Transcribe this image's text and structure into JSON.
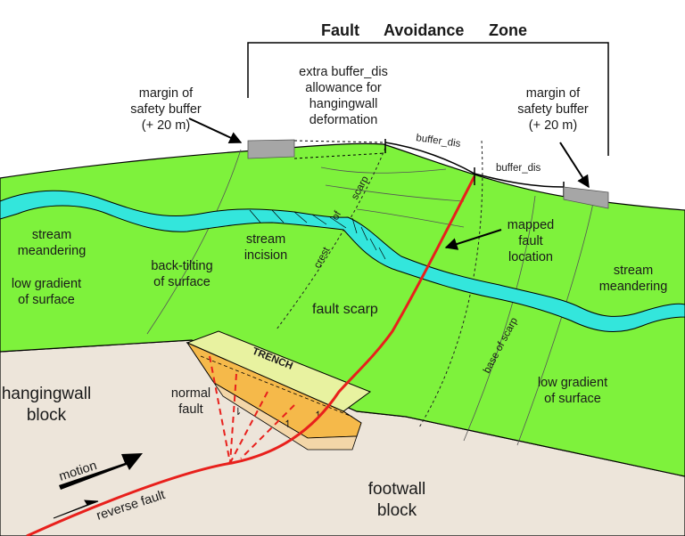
{
  "title": {
    "word1": "Fault",
    "word2": "Avoidance",
    "word3": "Zone"
  },
  "labels": {
    "margin_left": [
      "margin of",
      "safety buffer",
      "(+ 20 m)"
    ],
    "margin_right": [
      "margin of",
      "safety buffer",
      "(+ 20 m)"
    ],
    "extra_buffer": [
      "extra buffer_dis",
      "allowance for",
      "hangingwall",
      "deformation"
    ],
    "buffer_dis_1": "buffer_dis",
    "buffer_dis_2": "buffer_dis",
    "stream_meandering_left": [
      "stream",
      "meandering"
    ],
    "low_gradient_left": [
      "low gradient",
      "of surface"
    ],
    "back_tilting": [
      "back-tilting",
      "of surface"
    ],
    "stream_incision": [
      "stream",
      "incision"
    ],
    "crest_of_scarp": [
      "crest",
      "of",
      "scarp"
    ],
    "mapped_fault": [
      "mapped",
      "fault",
      "location"
    ],
    "stream_meandering_right": [
      "stream",
      "meandering"
    ],
    "fault_scarp": "fault scarp",
    "base_of_scarp": "base of scarp",
    "low_gradient_right": [
      "low gradient",
      "of surface"
    ],
    "trench": "TRENCH",
    "hangingwall_block": [
      "hangingwall",
      "block"
    ],
    "normal_fault": [
      "normal",
      "fault"
    ],
    "motion": "motion",
    "reverse_fault": "reverse fault",
    "footwall_block": [
      "footwall",
      "block"
    ]
  },
  "colors": {
    "green_surface": "#7ef23c",
    "stream": "#33e6dc",
    "section_ground": "#ede5da",
    "trench_orange": "#f5b94a",
    "trench_yellow": "#e8f2a0",
    "fault_red": "#e8201c",
    "buffer_grey": "#a6a6a6"
  }
}
